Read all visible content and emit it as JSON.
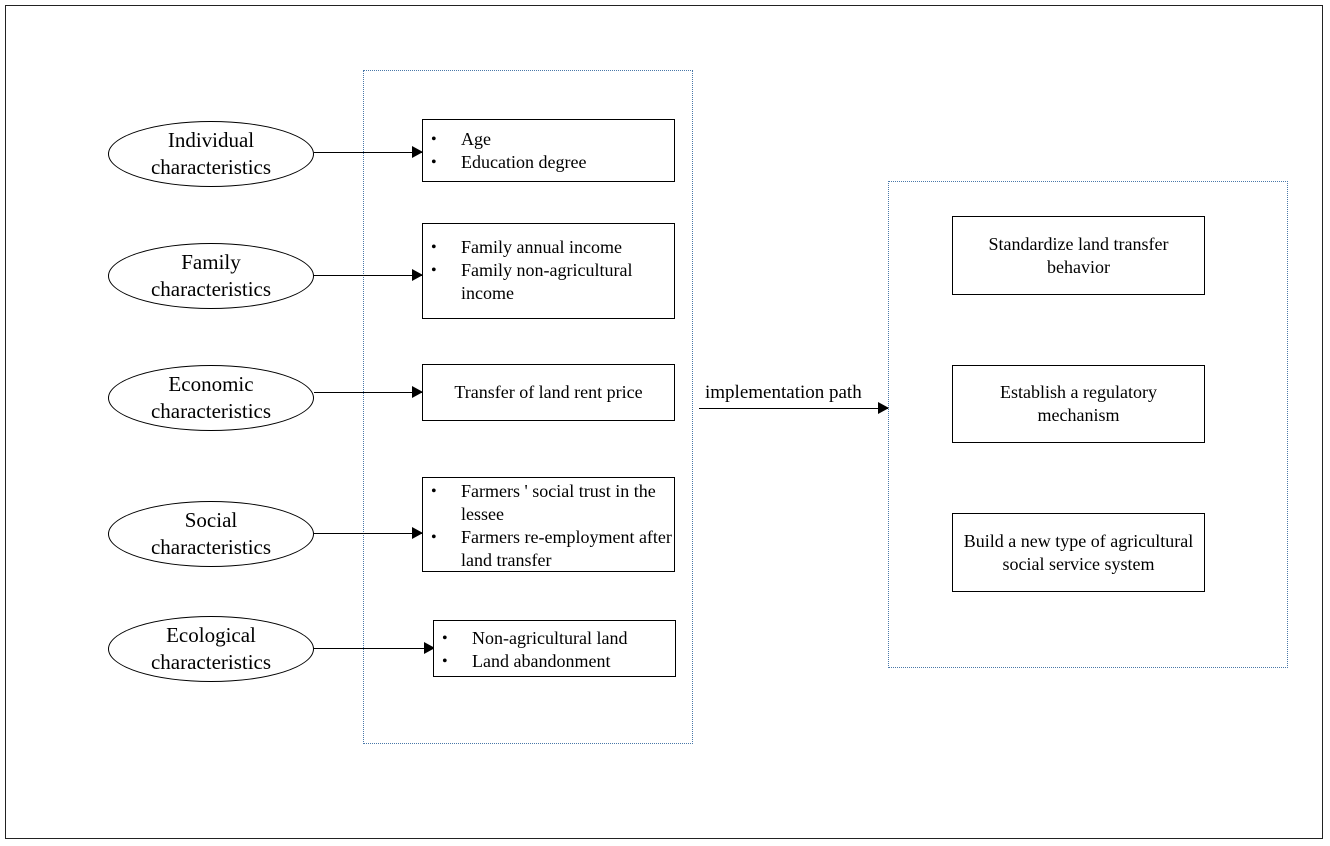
{
  "characteristics": [
    {
      "line1": "Individual",
      "line2": "characteristics"
    },
    {
      "line1": "Family",
      "line2": "characteristics"
    },
    {
      "line1": "Economic",
      "line2": "characteristics"
    },
    {
      "line1": "Social",
      "line2": "characteristics"
    },
    {
      "line1": "Ecological",
      "line2": "characteristics"
    }
  ],
  "factor_boxes": {
    "individual": [
      "Age",
      "Education degree"
    ],
    "family": [
      "Family annual income",
      "Family non-agricultural income"
    ],
    "economic": "Transfer of land rent price",
    "social": [
      "Farmers ' social trust in the lessee",
      "Farmers re-employment after land transfer"
    ],
    "ecological": [
      "Non-agricultural land",
      "Land abandonment"
    ]
  },
  "path_label": "implementation path",
  "measures": [
    "Standardize land transfer behavior",
    "Establish a regulatory mechanism",
    "Build a new type of agricultural social service system"
  ]
}
